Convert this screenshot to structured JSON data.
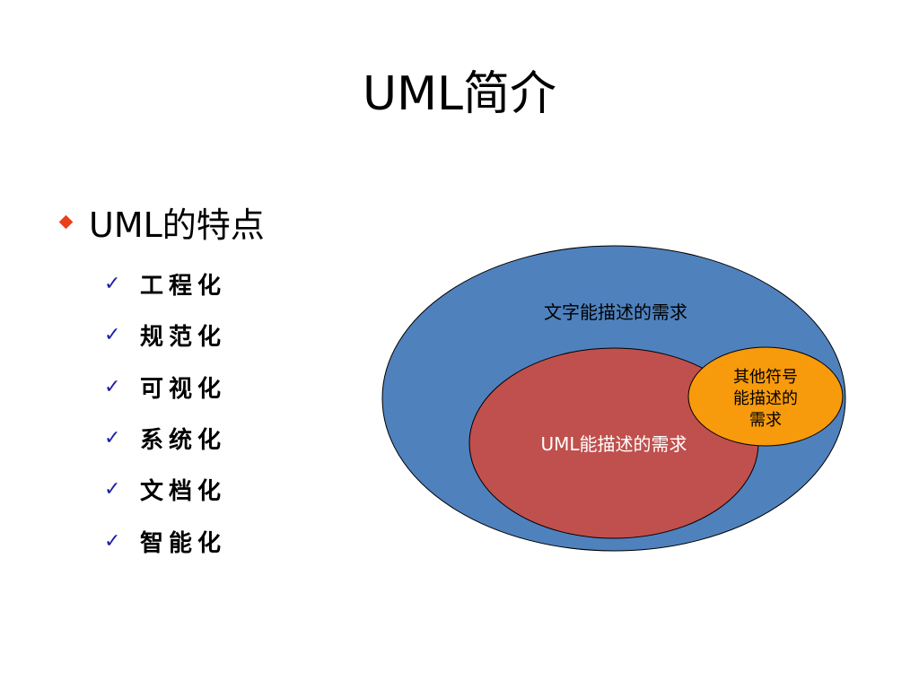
{
  "slide": {
    "title": "UML简介",
    "main_bullet": "UML的特点",
    "sub_items": [
      "工程化",
      "规范化",
      "可视化",
      "系统化",
      "文档化",
      "智能化"
    ]
  },
  "diagram": {
    "outer_label": "文字能描述的需求",
    "inner_label": "UML能描述的需求",
    "small_label_lines": [
      "其他符号",
      "能描述的",
      "需求"
    ],
    "colors": {
      "outer": "#4f81bd",
      "inner": "#c0504d",
      "small": "#f79a0b",
      "bullet": "#e8401a",
      "check": "#1f1fa8"
    }
  }
}
